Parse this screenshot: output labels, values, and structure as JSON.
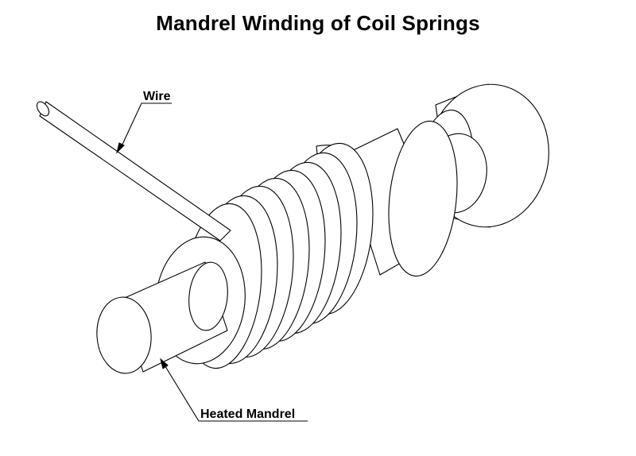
{
  "title": "Mandrel Winding of Coil Springs",
  "labels": {
    "wire": "Wire",
    "mandrel": "Heated Mandrel"
  }
}
